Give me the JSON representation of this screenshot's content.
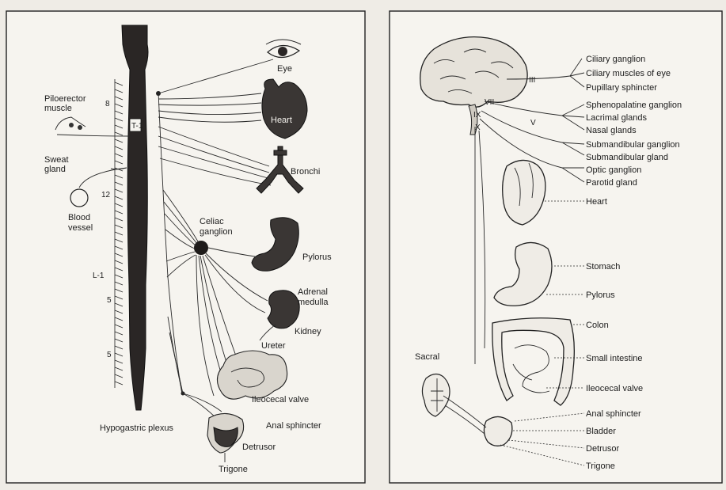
{
  "left_panel": {
    "labels": {
      "eye": "Eye",
      "piloerector": "Piloerector",
      "piloerector2": "muscle",
      "heart_heading": "Heart",
      "heart": "Heart",
      "sweat": "Sweat",
      "sweat2": "gland",
      "bronchi": "Bronchi",
      "blood": "Blood",
      "blood2": "vessel",
      "celiac": "Celiac",
      "celiac2": "ganglion",
      "pylorus": "Pylorus",
      "adrenal": "Adrenal",
      "adrenal2": "medulla",
      "kidney": "Kidney",
      "ureter": "Ureter",
      "ileocecal": "Ileocecal valve",
      "anal": "Anal sphincter",
      "hypogastric": "Hypogastric plexus",
      "detrusor": "Detrusor",
      "trigone": "Trigone"
    },
    "spine_markers": {
      "t8": "8",
      "t1": "T-1",
      "t12": "12",
      "l1": "L-1",
      "l5": "5",
      "s5": "5"
    }
  },
  "right_panel": {
    "labels": {
      "ciliary_ganglion": "Ciliary ganglion",
      "ciliary_muscles": "Ciliary muscles of eye",
      "pupillary": "Pupillary sphincter",
      "sphenopalatine": "Sphenopalatine ganglion",
      "lacrimal": "Lacrimal  glands",
      "nasal": "Nasal glands",
      "submandibular_ganglion": "Submandibular ganglion",
      "submandibular_gland": "Submandibular gland",
      "optic": "Optic ganglion",
      "parotid": "Parotid gland",
      "heart": "Heart",
      "stomach": "Stomach",
      "pylorus": "Pylorus",
      "colon": "Colon",
      "small_intestine": "Small intestine",
      "ileocecal": "Ileocecal  valve",
      "anal": "Anal sphincter",
      "bladder": "Bladder",
      "detrusor": "Detrusor",
      "trigone": "Trigone",
      "sacral": "Sacral"
    },
    "cranial_nerves": {
      "iii": "III",
      "vii": "VII",
      "ix": "IX",
      "x": "X",
      "v": "V"
    }
  }
}
